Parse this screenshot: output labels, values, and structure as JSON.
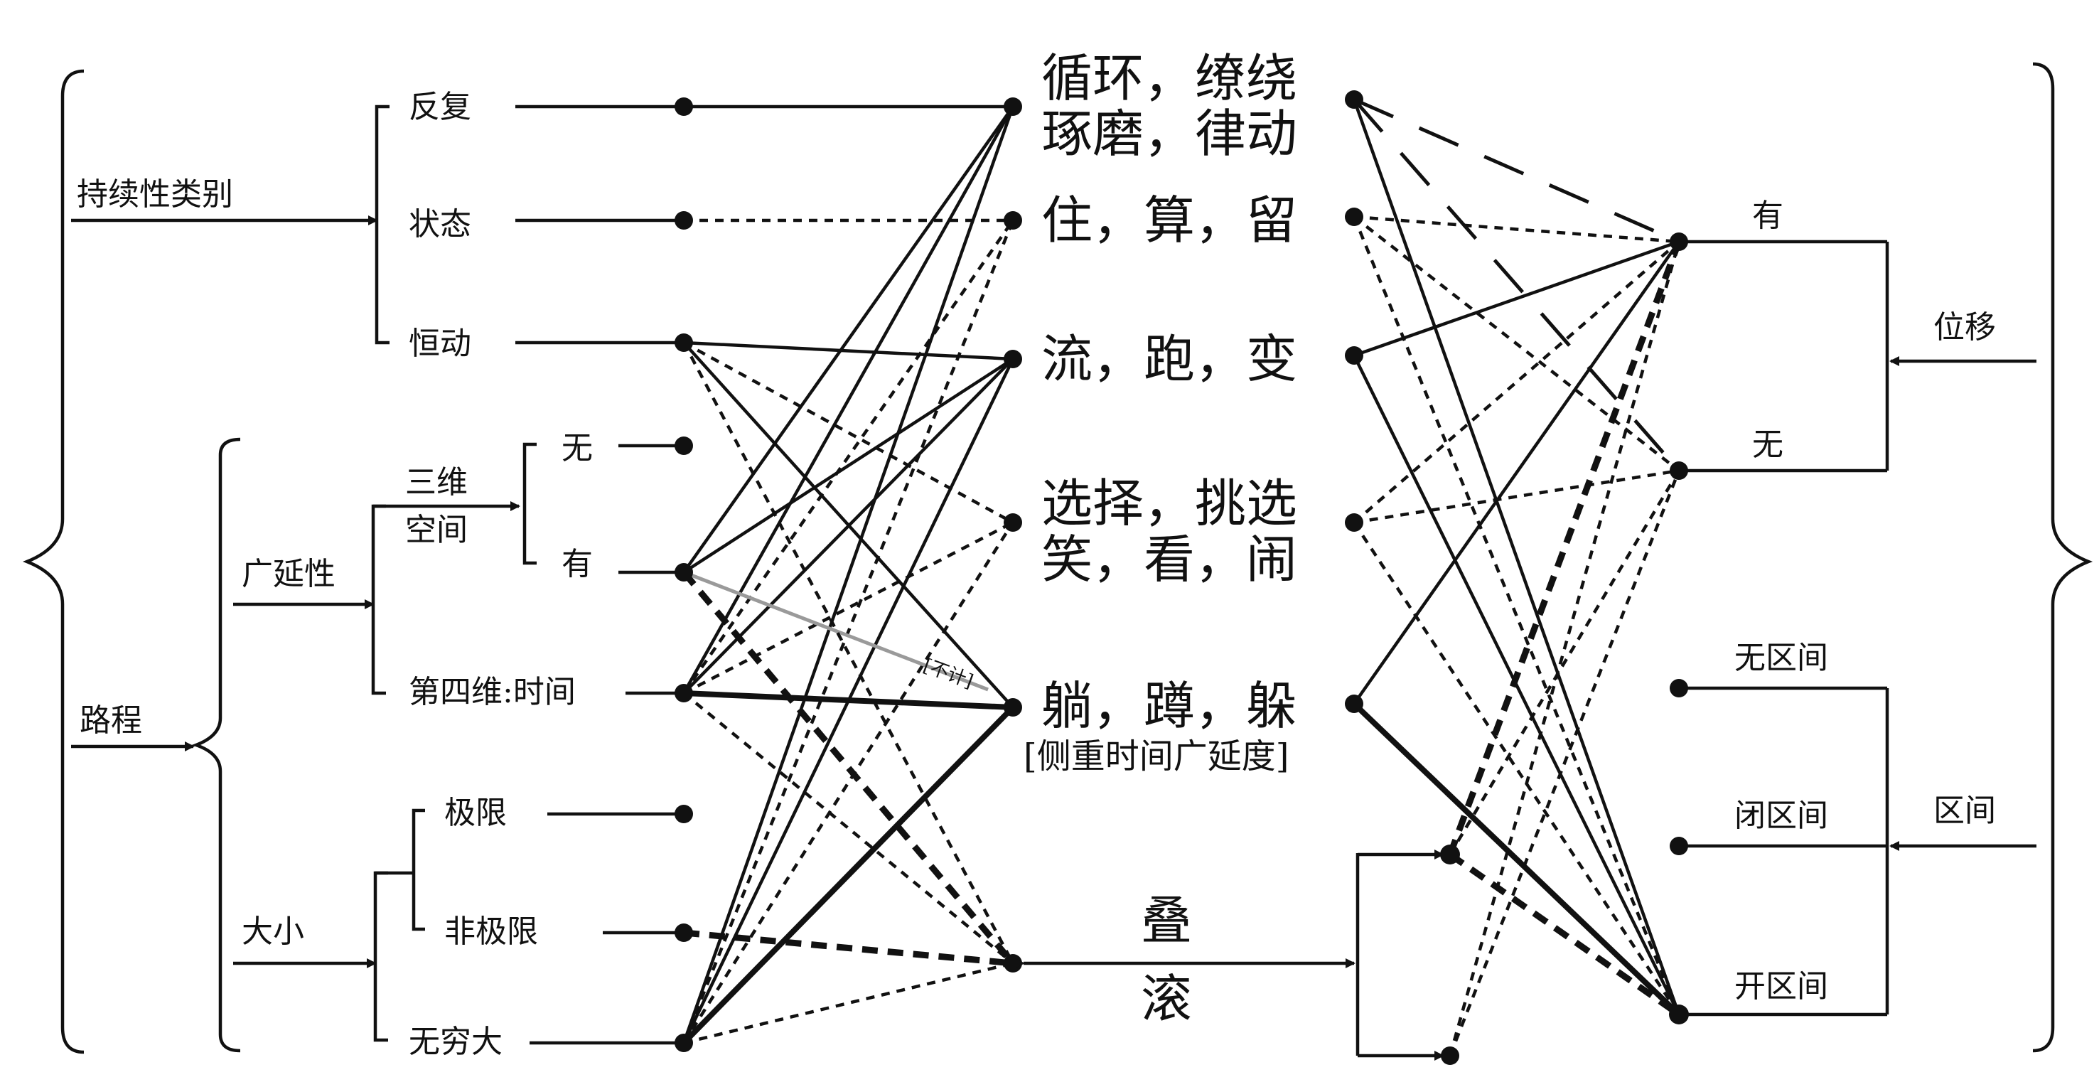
{
  "left": {
    "persistence": {
      "title": "持续性类别",
      "items": [
        "反复",
        "状态",
        "恒动"
      ]
    },
    "path": {
      "title": "路程",
      "extension": {
        "title": "广延性",
        "space": {
          "title_top": "三维",
          "title_bottom": "空间",
          "items": [
            "无",
            "有"
          ]
        },
        "time": "第四维:时间"
      },
      "size": {
        "title": "大小",
        "items": [
          "极限",
          "非极限",
          "无穷大"
        ]
      }
    }
  },
  "middle": {
    "groups": [
      {
        "line1": "循环，缭绕",
        "line2": "琢磨，律动"
      },
      {
        "line1": "住，算，留",
        "line2": ""
      },
      {
        "line1": "流，跑，变",
        "line2": ""
      },
      {
        "line1": "选择，挑选",
        "line2": "笑，看，闹"
      },
      {
        "line1": "躺，蹲，躲",
        "line2": "[侧重时间广延度]"
      }
    ],
    "overlap_top": "叠",
    "overlap_bottom": "滚",
    "gray_note": "[不计]"
  },
  "right": {
    "displacement": {
      "title": "位移",
      "items": [
        "有",
        "无"
      ]
    },
    "interval": {
      "title": "区间",
      "items": [
        "无区间",
        "闭区间",
        "开区间"
      ]
    }
  }
}
